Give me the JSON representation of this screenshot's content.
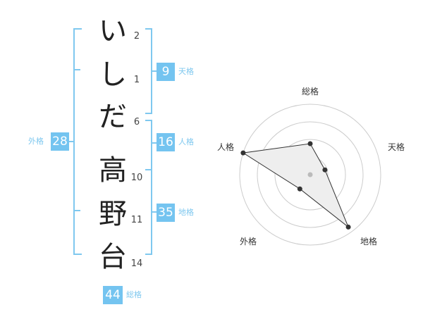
{
  "name": {
    "surname": [
      {
        "char": "い",
        "strokes": "2"
      },
      {
        "char": "し",
        "strokes": "1"
      },
      {
        "char": "だ",
        "strokes": "6"
      }
    ],
    "given": [
      {
        "char": "高",
        "strokes": "10"
      },
      {
        "char": "野",
        "strokes": "11"
      },
      {
        "char": "台",
        "strokes": "14"
      }
    ]
  },
  "scores": {
    "tenkaku": {
      "value": "9",
      "label": "天格"
    },
    "jinkaku": {
      "value": "16",
      "label": "人格"
    },
    "chikaku": {
      "value": "35",
      "label": "地格"
    },
    "gaikaku": {
      "value": "28",
      "label": "外格"
    },
    "soukaku": {
      "value": "44",
      "label": "総格"
    }
  },
  "chart_data": {
    "type": "radar",
    "axes": [
      "総格",
      "天格",
      "地格",
      "外格",
      "人格"
    ],
    "values": [
      0.44,
      0.22,
      0.92,
      0.25,
      1.0
    ],
    "rings": 4,
    "colors": {
      "fill": "#eeeeee",
      "line": "#333333",
      "ring": "#cccccc",
      "point": "#333333",
      "center": "#bbbbbb"
    }
  },
  "colors": {
    "accent": "#74c4f0",
    "bracket": "#7fc8ef"
  }
}
